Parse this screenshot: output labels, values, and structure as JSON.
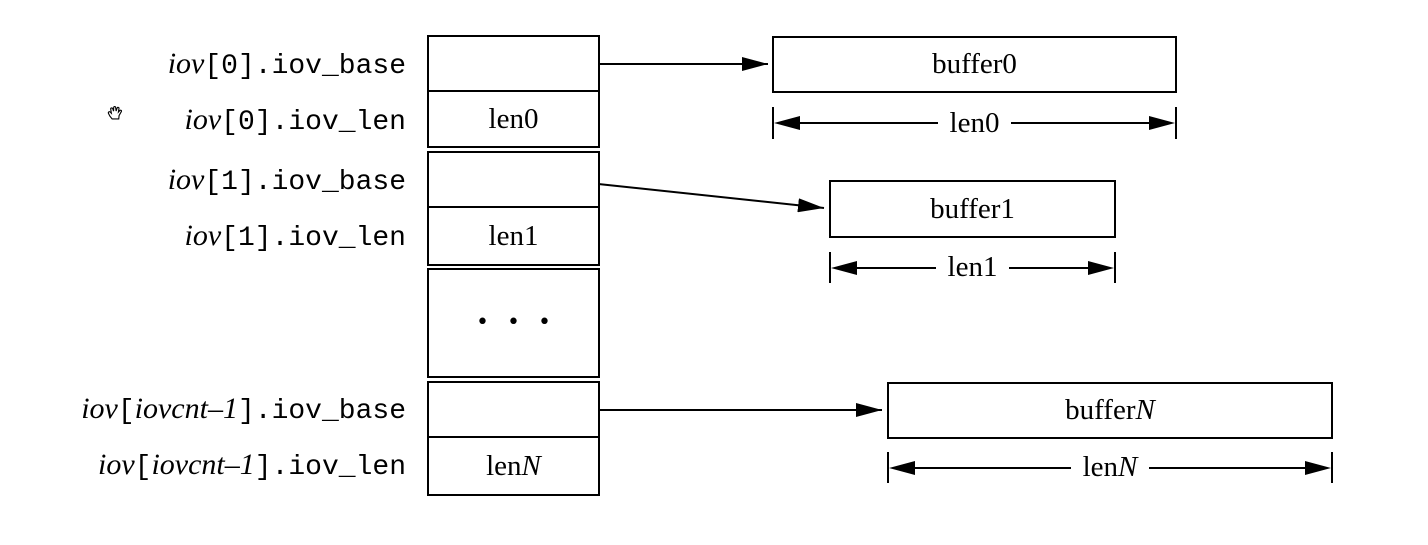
{
  "figure": {
    "title": "iovec scatter-gather buffers diagram",
    "colors": {
      "line": "#000000",
      "background": "#ffffff"
    },
    "iov_labels": [
      {
        "iov": "iov",
        "rest": "[0].iov_base"
      },
      {
        "iov": "iov",
        "rest": "[0].iov_len"
      },
      {
        "iov": "iov",
        "rest": "[1].iov_base"
      },
      {
        "iov": "iov",
        "rest": "[1].iov_len"
      },
      {
        "iov": "iov",
        "open": "[",
        "index": "iovcnt–1",
        "rest": "].iov_base"
      },
      {
        "iov": "iov",
        "open": "[",
        "index": "iovcnt–1",
        "rest": "].iov_len"
      }
    ],
    "array_cells": [
      {
        "text": ""
      },
      {
        "text": "len0"
      },
      {
        "text": ""
      },
      {
        "text": "len1"
      },
      {
        "text": "•••"
      },
      {
        "text": ""
      },
      {
        "text": "len",
        "em": "N"
      }
    ],
    "buffers": [
      {
        "label": "buffer0",
        "label_em": "",
        "len": "len0",
        "len_em": ""
      },
      {
        "label": "buffer1",
        "label_em": "",
        "len": "len1",
        "len_em": ""
      },
      {
        "label": "buffer",
        "label_em": "N",
        "len": "len",
        "len_em": "N"
      }
    ],
    "icons": {
      "hand_cursor": "grab-hand-cursor"
    }
  }
}
